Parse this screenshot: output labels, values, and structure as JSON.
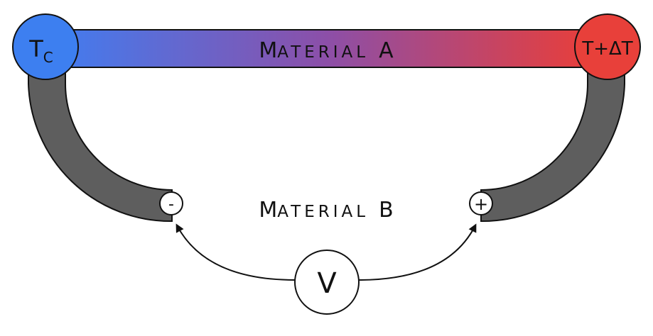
{
  "material_a": {
    "first_letter": "M",
    "rest": "ATERIAL",
    "letter": "A"
  },
  "material_b": {
    "first_letter": "M",
    "rest": "ATERIAL",
    "letter": "B"
  },
  "cold_junction": {
    "label_main": "T",
    "label_sub": "C",
    "color": "#3d7ff0"
  },
  "hot_junction": {
    "label": "T+ΔT",
    "color": "#e8403a"
  },
  "terminals": {
    "negative": "-",
    "positive": "+"
  },
  "voltmeter": {
    "label": "V"
  },
  "colors": {
    "bar_cold": "#3f7ef2",
    "bar_mid": "#8c4fa8",
    "bar_hot": "#ee3d33",
    "wire": "#5e5e5e",
    "outline": "#111111"
  }
}
